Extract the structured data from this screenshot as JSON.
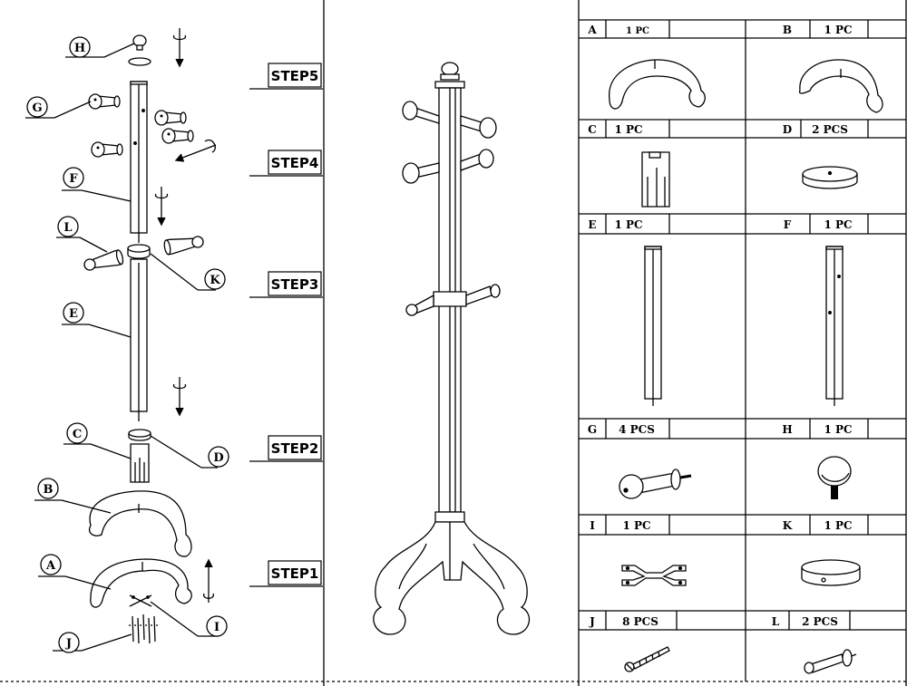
{
  "steps": [
    "STEP5",
    "STEP4",
    "STEP3",
    "STEP2",
    "STEP1"
  ],
  "callouts": {
    "a": "A",
    "b": "B",
    "c": "C",
    "d": "D",
    "e": "E",
    "f": "F",
    "g": "G",
    "h": "H",
    "i": "I",
    "j": "J",
    "k": "K",
    "l": "L"
  },
  "parts": [
    {
      "letter": "A",
      "qty": "1 PC",
      "icon": "base-leg-icon"
    },
    {
      "letter": "B",
      "qty": "1 PC",
      "icon": "base-leg-icon"
    },
    {
      "letter": "C",
      "qty": "1 PC",
      "icon": "base-connector-icon"
    },
    {
      "letter": "D",
      "qty": "2 PCS",
      "icon": "washer-icon"
    },
    {
      "letter": "E",
      "qty": "1 PC",
      "icon": "lower-pole-icon"
    },
    {
      "letter": "F",
      "qty": "1 PC",
      "icon": "upper-pole-icon"
    },
    {
      "letter": "G",
      "qty": "4 PCS",
      "icon": "hook-peg-icon"
    },
    {
      "letter": "H",
      "qty": "1 PC",
      "icon": "finial-knob-icon"
    },
    {
      "letter": "I",
      "qty": "1 PC",
      "icon": "metal-bracket-icon"
    },
    {
      "letter": "K",
      "qty": "1 PC",
      "icon": "collar-ring-icon"
    },
    {
      "letter": "J",
      "qty": "8 PCS",
      "icon": "screw-icon"
    },
    {
      "letter": "L",
      "qty": "2 PCS",
      "icon": "long-peg-icon"
    }
  ]
}
